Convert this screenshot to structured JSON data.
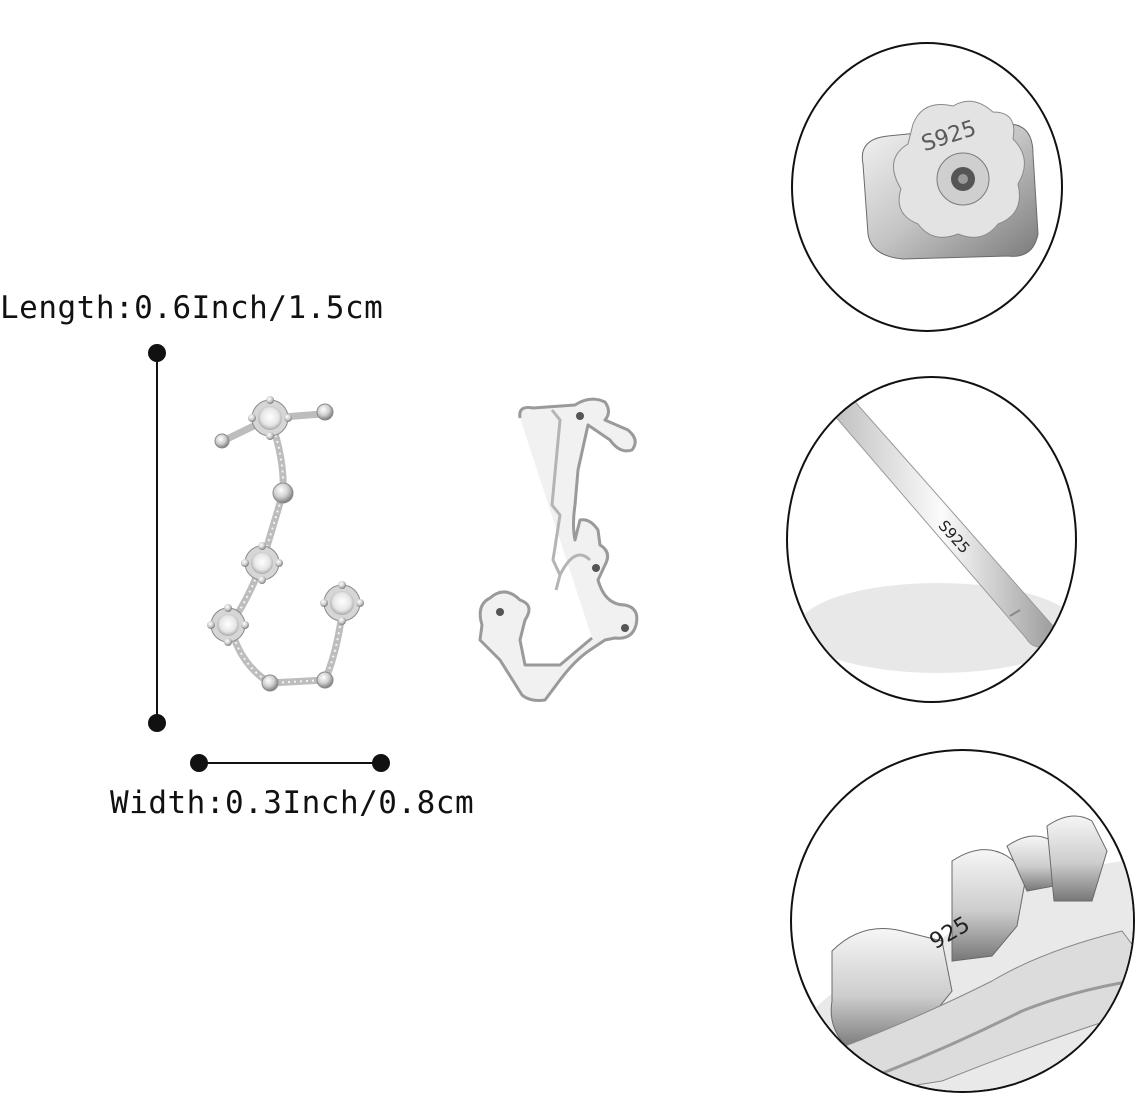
{
  "dimensions": {
    "length_label": "Length:0.6Inch/1.5cm",
    "width_label": "Width:0.3Inch/0.8cm"
  },
  "detail_circles": [
    {
      "name": "earring-back-detail",
      "stamp": "S925"
    },
    {
      "name": "post-detail",
      "stamp": "S925"
    },
    {
      "name": "setting-detail",
      "stamp": "925"
    }
  ],
  "colors": {
    "silver_light": "#f2f2f2",
    "silver_mid": "#c9c9c9",
    "silver_dark": "#8a8a8a",
    "outline": "#111111"
  }
}
